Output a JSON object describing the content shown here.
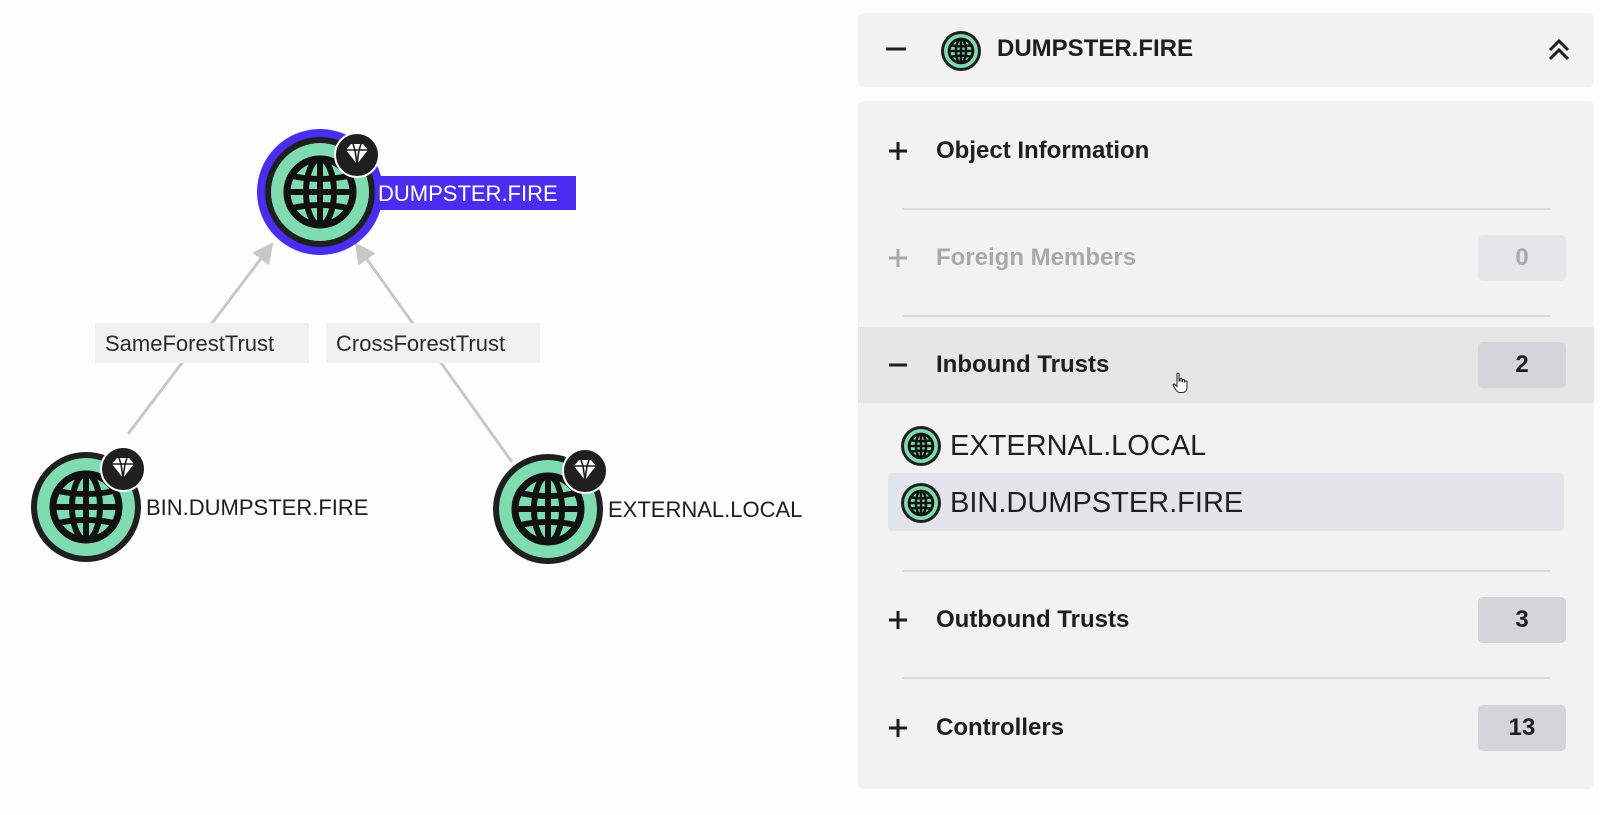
{
  "graph": {
    "nodes": [
      {
        "id": "dumpster",
        "label": "DUMPSTER.FIRE",
        "selected": true,
        "icon": "globe-icon",
        "badge": "gem-icon"
      },
      {
        "id": "bin",
        "label": "BIN.DUMPSTER.FIRE",
        "selected": false,
        "icon": "globe-icon",
        "badge": "gem-icon"
      },
      {
        "id": "external",
        "label": "EXTERNAL.LOCAL",
        "selected": false,
        "icon": "globe-icon",
        "badge": "gem-icon"
      }
    ],
    "edges": [
      {
        "from": "bin",
        "to": "dumpster",
        "label": "SameForestTrust"
      },
      {
        "from": "external",
        "to": "dumpster",
        "label": "CrossForestTrust"
      }
    ]
  },
  "panel": {
    "header": {
      "title": "DUMPSTER.FIRE",
      "collapse_icon": "minus-icon",
      "icon": "globe-icon",
      "menu_icon": "double-chevron-up-icon"
    },
    "sections": [
      {
        "key": "object_info",
        "label": "Object Information",
        "state": "collapsed",
        "count": null
      },
      {
        "key": "foreign_members",
        "label": "Foreign Members",
        "state": "disabled",
        "count": "0"
      },
      {
        "key": "inbound_trusts",
        "label": "Inbound Trusts",
        "state": "expanded",
        "count": "2"
      },
      {
        "key": "outbound_trusts",
        "label": "Outbound Trusts",
        "state": "collapsed",
        "count": "3"
      },
      {
        "key": "controllers",
        "label": "Controllers",
        "state": "collapsed",
        "count": "13"
      }
    ],
    "inbound_trust_items": [
      {
        "name": "EXTERNAL.LOCAL",
        "icon": "globe-icon",
        "hovered": false
      },
      {
        "name": "BIN.DUMPSTER.FIRE",
        "icon": "globe-icon",
        "hovered": true
      }
    ]
  },
  "colors": {
    "node_fill": "#7fdcb0",
    "node_ring": "#1f1f1f",
    "selected_accent": "#4a2ef0",
    "edge": "#c8c8c8",
    "panel_bg": "#f2f2f2",
    "count_badge_bg": "#d2d5da"
  }
}
